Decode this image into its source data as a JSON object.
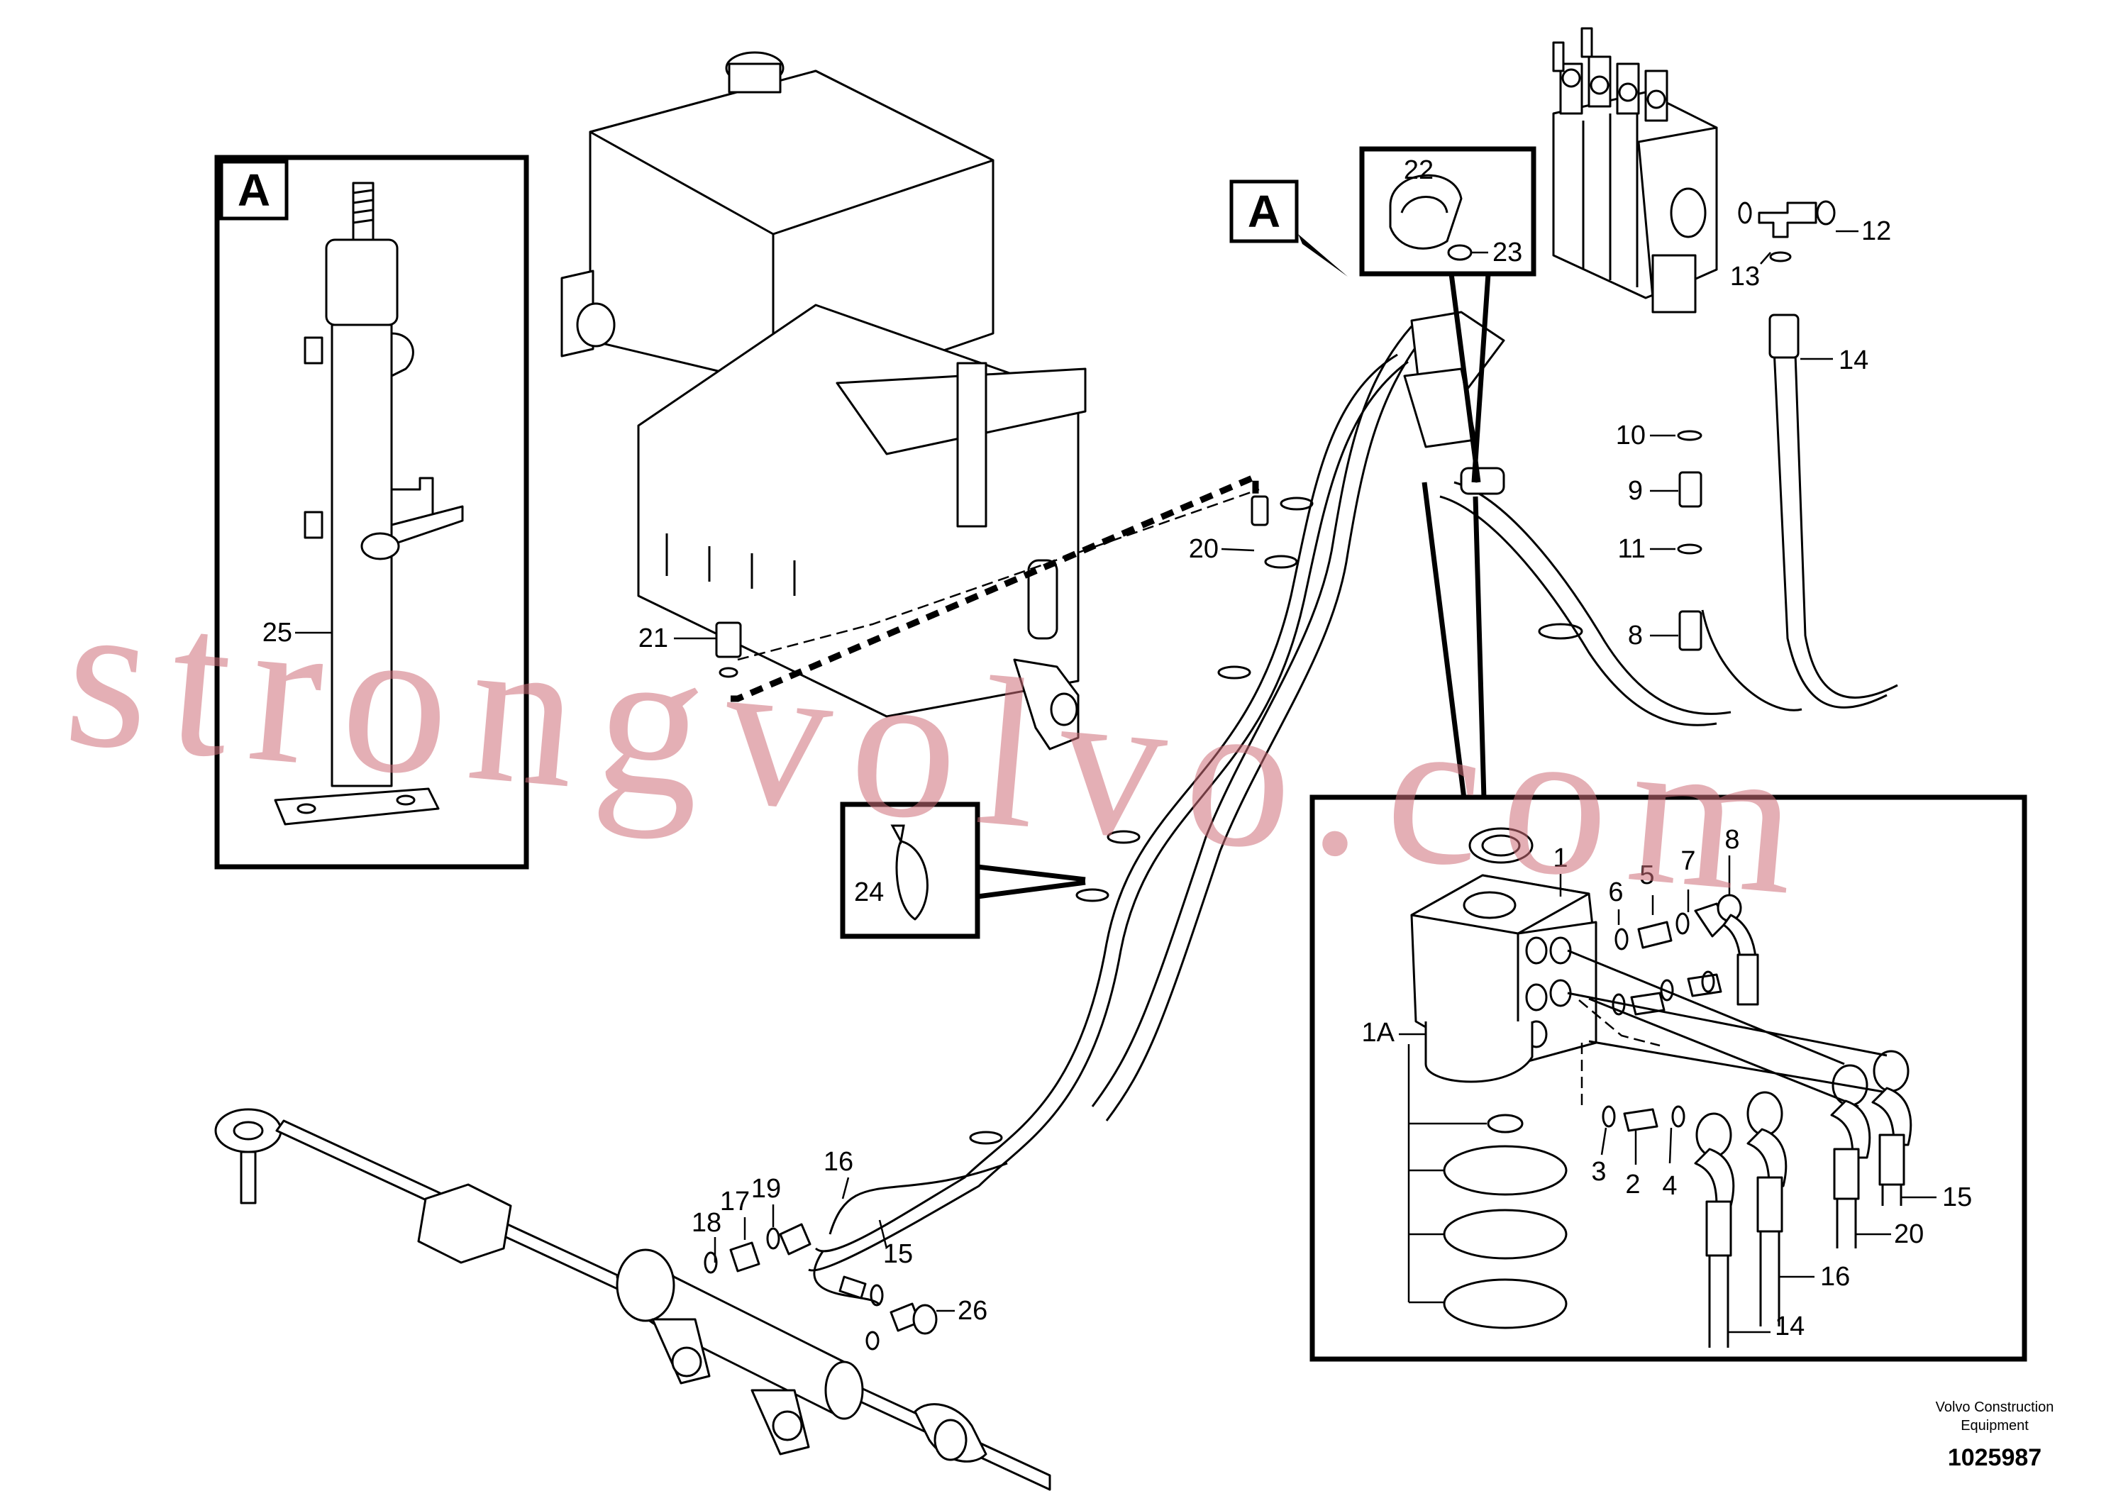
{
  "watermark": "strongvolvo.com",
  "brand_line1": "Volvo Construction",
  "brand_line2": "Equipment",
  "figure_number": "1025987",
  "detail_letter": "A",
  "part_labels": {
    "p1": "1",
    "p1a": "1A",
    "p2": "2",
    "p3": "3",
    "p4": "4",
    "p5": "5",
    "p6": "6",
    "p7": "7",
    "p8": "8",
    "p9": "9",
    "p10": "10",
    "p11": "11",
    "p12": "12",
    "p13": "13",
    "p14": "14",
    "p15": "15",
    "p16": "16",
    "p17": "17",
    "p18": "18",
    "p19": "19",
    "p20": "20",
    "p21": "21",
    "p22": "22",
    "p23": "23",
    "p24": "24",
    "p25": "25",
    "p26": "26"
  }
}
